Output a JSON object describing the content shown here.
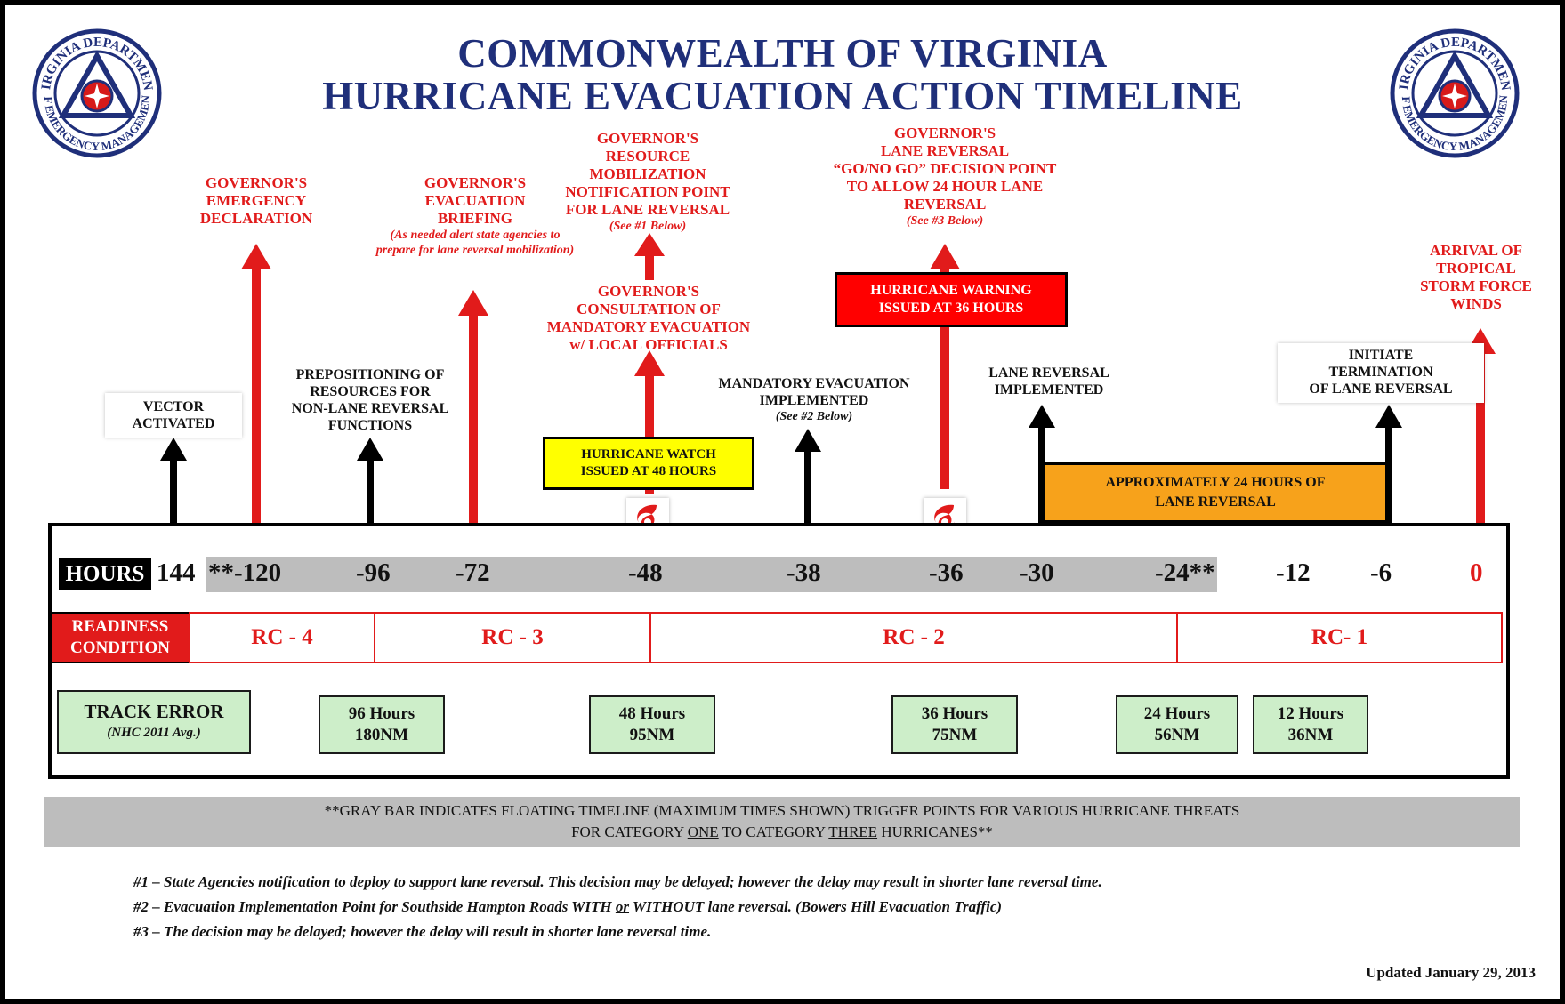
{
  "title": {
    "line1": "COMMONWEALTH OF VIRGINIA",
    "line2": "HURRICANE EVACUATION ACTION TIMELINE"
  },
  "logo": {
    "top_text": "VIRGINIA DEPARTMENT",
    "bottom_text": "OF EMERGENCY MANAGEMENT"
  },
  "events_red": {
    "emergency": [
      "GOVERNOR'S",
      "EMERGENCY",
      "DECLARATION"
    ],
    "briefing": [
      "GOVERNOR'S",
      "EVACUATION",
      "BRIEFING"
    ],
    "briefing_note": "(As needed alert state agencies to prepare for lane reversal mobilization)",
    "resource": [
      "GOVERNOR'S",
      "RESOURCE",
      "MOBILIZATION",
      "NOTIFICATION POINT",
      "FOR LANE REVERSAL"
    ],
    "resource_note": "(See #1 Below)",
    "consultation": [
      "GOVERNOR'S",
      "CONSULTATION OF",
      "MANDATORY EVACUATION",
      "w/ LOCAL OFFICIALS"
    ],
    "lane_decision": [
      "GOVERNOR'S",
      "LANE REVERSAL",
      "“GO/NO GO” DECISION POINT",
      "TO ALLOW 24 HOUR LANE",
      "REVERSAL"
    ],
    "lane_decision_note": "(See #3 Below)",
    "arrival": [
      "ARRIVAL OF",
      "TROPICAL",
      "STORM FORCE",
      "WINDS"
    ]
  },
  "events_black": {
    "vector": [
      "VECTOR",
      "ACTIVATED"
    ],
    "prepositioning": [
      "PREPOSITIONING OF",
      "RESOURCES FOR",
      "NON-LANE REVERSAL",
      "FUNCTIONS"
    ],
    "mandatory": [
      "MANDATORY EVACUATION",
      "IMPLEMENTED"
    ],
    "mandatory_note": "(See #2 Below)",
    "lane_impl": [
      "LANE REVERSAL",
      "IMPLEMENTED"
    ],
    "terminate": [
      "INITIATE",
      "TERMINATION",
      "OF LANE REVERSAL"
    ]
  },
  "boxes": {
    "watch": [
      "HURRICANE WATCH",
      "ISSUED AT 48 HOURS"
    ],
    "warning": [
      "HURRICANE WARNING",
      "ISSUED AT 36 HOURS"
    ],
    "lane_period": [
      "APPROXIMATELY 24 HOURS OF",
      "LANE REVERSAL"
    ]
  },
  "hours": {
    "label": "HOURS",
    "values": [
      "144",
      "**-120",
      "-96",
      "-72",
      "-48",
      "-38",
      "-36",
      "-30",
      "-24**",
      "-12",
      "-6",
      "0"
    ]
  },
  "readiness": {
    "label": [
      "READINESS",
      "CONDITION"
    ],
    "conditions": [
      "RC - 4",
      "RC - 3",
      "RC - 2",
      "RC- 1"
    ]
  },
  "track_error": {
    "label": "TRACK ERROR",
    "sub": "(NHC 2011 Avg.)",
    "items": [
      {
        "hours": "96 Hours",
        "nm": "180NM"
      },
      {
        "hours": "48 Hours",
        "nm": "95NM"
      },
      {
        "hours": "36 Hours",
        "nm": "75NM"
      },
      {
        "hours": "24 Hours",
        "nm": "56NM"
      },
      {
        "hours": "12 Hours",
        "nm": "36NM"
      }
    ]
  },
  "footer": {
    "gray_line1": "**GRAY BAR INDICATES FLOATING TIMELINE (MAXIMUM TIMES SHOWN) TRIGGER POINTS FOR VARIOUS HURRICANE THREATS",
    "gray_line2_pre": "FOR CATEGORY ",
    "gray_one": "ONE",
    "gray_mid": " TO CATEGORY ",
    "gray_three": "THREE",
    "gray_post": " HURRICANES**",
    "note1": "#1 – State Agencies notification to deploy to support lane reversal.  This decision may be delayed; however the delay may result in shorter lane reversal time.",
    "note2_pre": "#2 – Evacuation Implementation Point for Southside Hampton Roads WITH ",
    "note2_or": "or",
    "note2_post": " WITHOUT lane reversal.   (Bowers Hill Evacuation Traffic)",
    "note3": "#3 – The decision may be delayed; however the delay will result in shorter lane reversal time.",
    "updated": "Updated January 29, 2013"
  },
  "colors": {
    "title_blue": "#1f2f7a",
    "red": "#e11b1b",
    "watch_yellow": "#ffff00",
    "warning_red": "#ff0000",
    "lane_orange": "#f7a21b",
    "track_green": "#cdeec9",
    "gray": "#bdbdbd"
  }
}
